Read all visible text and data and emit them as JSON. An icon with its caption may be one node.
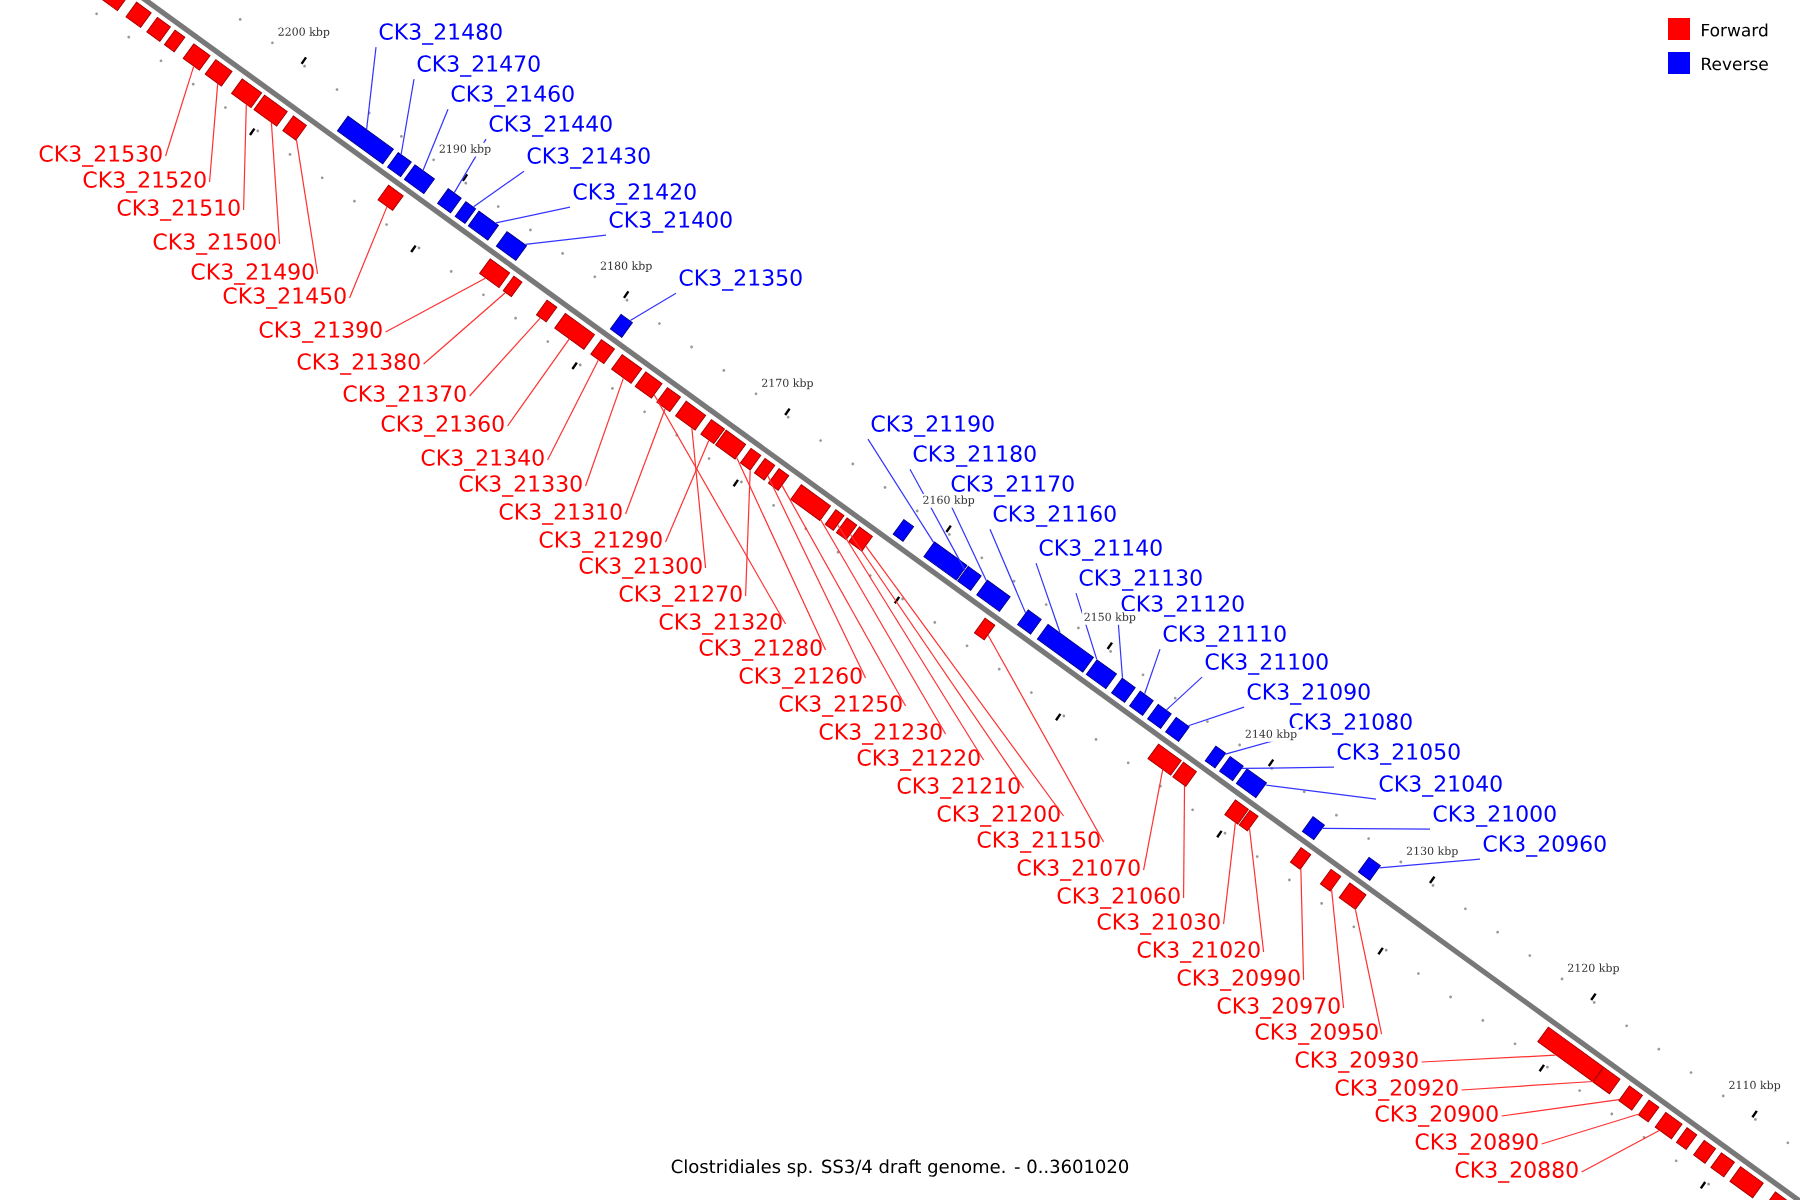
{
  "diagram": {
    "caption": "Clostridiales sp. SS3/4 draft genome. - 0..3601020",
    "nodes": [
      {
        "text": [
          "CK3_21480"
        ]
      },
      {
        "text": [
          "CK3_21470"
        ]
      },
      {
        "text": [
          "CK3_21460"
        ]
      },
      {
        "text": [
          "CK3_21440"
        ]
      },
      {
        "text": [
          "CK3_21430"
        ]
      },
      {
        "text": [
          "CK3_21420"
        ]
      },
      {
        "text": [
          "CK3_21400"
        ]
      },
      {
        "text": [
          "CK3_21350"
        ]
      },
      {
        "text": [
          "CK3_21190"
        ]
      },
      {
        "text": [
          "CK3_21180"
        ]
      },
      {
        "text": [
          "CK3_21170"
        ]
      },
      {
        "text": [
          "CK3_21160"
        ]
      },
      {
        "text": [
          "CK3_21140"
        ]
      },
      {
        "text": [
          "CK3_21130"
        ]
      },
      {
        "text": [
          "CK3_21120"
        ]
      },
      {
        "text": [
          "CK3_21110"
        ]
      },
      {
        "text": [
          "CK3_21100"
        ]
      },
      {
        "text": [
          "CK3_21090"
        ]
      },
      {
        "text": [
          "CK3_21080"
        ]
      },
      {
        "text": [
          "CK3_21050"
        ]
      },
      {
        "text": [
          "CK3_21040"
        ]
      },
      {
        "text": [
          "CK3_21000"
        ]
      },
      {
        "text": [
          "CK3_20960"
        ]
      },
      {
        "text": [
          "CK3_21530"
        ]
      },
      {
        "text": [
          "CK3_21520"
        ]
      },
      {
        "text": [
          "CK3_21510"
        ]
      },
      {
        "text": [
          "CK3_21500"
        ]
      },
      {
        "text": [
          "CK3_21490"
        ]
      },
      {
        "text": [
          "CK3_21450"
        ]
      },
      {
        "text": [
          "CK3_21390"
        ]
      },
      {
        "text": [
          "CK3_21380"
        ]
      },
      {
        "text": [
          "CK3_21370"
        ]
      },
      {
        "text": [
          "CK3_21360"
        ]
      },
      {
        "text": [
          "CK3_21340"
        ]
      },
      {
        "text": [
          "CK3_21330"
        ]
      },
      {
        "text": [
          "CK3_21310"
        ]
      },
      {
        "text": [
          "CK3_21290"
        ]
      },
      {
        "text": [
          "CK3_21300"
        ]
      },
      {
        "text": [
          "CK3_21270"
        ]
      },
      {
        "text": [
          "CK3_21320"
        ]
      },
      {
        "text": [
          "CK3_21280"
        ]
      },
      {
        "text": [
          "CK3_21260"
        ]
      },
      {
        "text": [
          "CK3_21250"
        ]
      },
      {
        "text": [
          "CK3_21230"
        ]
      },
      {
        "text": [
          "CK3_21220"
        ]
      },
      {
        "text": [
          "CK3_21210"
        ]
      },
      {
        "text": [
          "CK3_21200"
        ]
      },
      {
        "text": [
          "CK3_21150"
        ]
      },
      {
        "text": [
          "CK3_21070"
        ]
      },
      {
        "text": [
          "CK3_21060"
        ]
      },
      {
        "text": [
          "CK3_21030"
        ]
      },
      {
        "text": [
          "CK3_21020"
        ]
      },
      {
        "text": [
          "CK3_20990"
        ]
      },
      {
        "text": [
          "CK3_20970"
        ]
      },
      {
        "text": [
          "CK3_20950"
        ]
      },
      {
        "text": [
          "CK3_20930"
        ]
      },
      {
        "text": [
          "CK3_20920"
        ]
      },
      {
        "text": [
          "CK3_20900"
        ]
      },
      {
        "text": [
          "CK3_20890"
        ]
      },
      {
        "text": [
          "CK3_20880"
        ]
      },
      {
        "text": [],
        "shape": "box"
      },
      {
        "text": [],
        "shape": "box"
      },
      {
        "text": [],
        "shape": "box"
      },
      {
        "text": [],
        "shape": "box"
      },
      {
        "text": [],
        "shape": "box"
      },
      {
        "text": [],
        "shape": "box"
      },
      {
        "text": [],
        "shape": "box"
      },
      {
        "text": [],
        "shape": "box"
      },
      {
        "text": [],
        "shape": "box"
      },
      {
        "text": [],
        "shape": "box"
      },
      {
        "text": [],
        "shape": "box"
      },
      {
        "text": [],
        "shape": "box"
      },
      {
        "text": [],
        "shape": "box"
      },
      {
        "text": [],
        "shape": "box"
      },
      {
        "text": [],
        "shape": "box"
      },
      {
        "text": [],
        "shape": "box"
      },
      {
        "text": [],
        "shape": "box"
      },
      {
        "text": [],
        "shape": "box"
      },
      {
        "text": [],
        "shape": "box"
      },
      {
        "text": [],
        "shape": "box"
      },
      {
        "text": [],
        "shape": "box"
      },
      {
        "text": [],
        "shape": "box"
      },
      {
        "text": [],
        "shape": "box"
      },
      {
        "text": [],
        "shape": "box"
      },
      {
        "text": [],
        "shape": "box"
      },
      {
        "text": [],
        "shape": "box"
      },
      {
        "text": [],
        "shape": "box"
      },
      {
        "text": [],
        "shape": "box"
      },
      {
        "text": [],
        "shape": "box"
      },
      {
        "text": [],
        "shape": "box"
      },
      {
        "text": [],
        "shape": "box"
      },
      {
        "text": [],
        "shape": "box"
      },
      {
        "text": [],
        "shape": "box"
      },
      {
        "text": [],
        "shape": "box"
      },
      {
        "text": [],
        "shape": "box"
      },
      {
        "text": [],
        "shape": "box"
      },
      {
        "text": [],
        "shape": "box"
      },
      {
        "text": [],
        "shape": "box"
      },
      {
        "text": [],
        "shape": "box"
      },
      {
        "text": [],
        "shape": "box"
      },
      {
        "text": [],
        "shape": "box"
      },
      {
        "text": [],
        "shape": "box"
      },
      {
        "text": [],
        "shape": "box"
      },
      {
        "text": [],
        "shape": "box"
      },
      {
        "text": [],
        "shape": "box"
      },
      {
        "text": [],
        "shape": "box"
      },
      {
        "text": [],
        "shape": "box"
      },
      {
        "text": [],
        "shape": "box"
      },
      {
        "text": [],
        "shape": "box"
      },
      {
        "text": [],
        "shape": "box"
      },
      {
        "text": [],
        "shape": "box"
      },
      {
        "text": [],
        "shape": "box"
      },
      {
        "text": [],
        "shape": "box"
      },
      {
        "text": [],
        "shape": "box"
      },
      {
        "text": [],
        "shape": "box"
      },
      {
        "text": [],
        "shape": "box"
      },
      {
        "text": [],
        "shape": "box"
      },
      {
        "text": [],
        "shape": "box"
      },
      {
        "text": [],
        "shape": "box"
      },
      {
        "text": [],
        "shape": "box"
      },
      {
        "text": [],
        "shape": "box"
      },
      {
        "text": [],
        "shape": "box"
      },
      {
        "text": [],
        "shape": "box"
      },
      {
        "text": [],
        "shape": "box"
      },
      {
        "text": [],
        "shape": "box"
      },
      {
        "text": [],
        "shape": "box"
      },
      {
        "text": [],
        "shape": "box"
      },
      {
        "text": [],
        "shape": "box"
      },
      {
        "text": [],
        "shape": "box"
      },
      {
        "text": [],
        "shape": "box"
      }
    ],
    "edges": [
      {
        "from": 0,
        "to": 69,
        "arrow": "none",
        "color": "#3333ff"
      },
      {
        "from": 1,
        "to": 71,
        "arrow": "none",
        "color": "#3333ff"
      },
      {
        "from": 2,
        "to": 72,
        "arrow": "none",
        "color": "#3333ff"
      },
      {
        "from": 3,
        "to": 73,
        "arrow": "none",
        "color": "#3333ff"
      },
      {
        "from": 4,
        "to": 74,
        "arrow": "none",
        "color": "#3333ff"
      },
      {
        "from": 5,
        "to": 75,
        "arrow": "none",
        "color": "#3333ff"
      },
      {
        "from": 6,
        "to": 77,
        "arrow": "none",
        "color": "#3333ff"
      },
      {
        "from": 7,
        "to": 82,
        "arrow": "none",
        "color": "#3333ff"
      },
      {
        "from": 8,
        "to": 97,
        "arrow": "none",
        "color": "#3333ff"
      },
      {
        "from": 9,
        "to": 98,
        "arrow": "none",
        "color": "#3333ff"
      },
      {
        "from": 10,
        "to": 100,
        "arrow": "none",
        "color": "#3333ff"
      },
      {
        "from": 11,
        "to": 101,
        "arrow": "none",
        "color": "#3333ff"
      },
      {
        "from": 12,
        "to": 102,
        "arrow": "none",
        "color": "#3333ff"
      },
      {
        "from": 13,
        "to": 103,
        "arrow": "none",
        "color": "#3333ff"
      },
      {
        "from": 14,
        "to": 104,
        "arrow": "none",
        "color": "#3333ff"
      },
      {
        "from": 15,
        "to": 105,
        "arrow": "none",
        "color": "#3333ff"
      },
      {
        "from": 16,
        "to": 106,
        "arrow": "none",
        "color": "#3333ff"
      },
      {
        "from": 17,
        "to": 108,
        "arrow": "none",
        "color": "#3333ff"
      },
      {
        "from": 18,
        "to": 110,
        "arrow": "none",
        "color": "#3333ff"
      },
      {
        "from": 19,
        "to": 111,
        "arrow": "none",
        "color": "#3333ff"
      },
      {
        "from": 20,
        "to": 114,
        "arrow": "none",
        "color": "#3333ff"
      },
      {
        "from": 21,
        "to": 116,
        "arrow": "none",
        "color": "#3333ff"
      },
      {
        "from": 22,
        "to": 119,
        "arrow": "none",
        "color": "#3333ff"
      },
      {
        "from": 23,
        "to": 64,
        "arrow": "none"
      },
      {
        "from": 24,
        "to": 65,
        "arrow": "none"
      },
      {
        "from": 25,
        "to": 66,
        "arrow": "none"
      },
      {
        "from": 26,
        "to": 67,
        "arrow": "none"
      },
      {
        "from": 27,
        "to": 68,
        "arrow": "none"
      },
      {
        "from": 28,
        "to": 70,
        "arrow": "none"
      },
      {
        "from": 29,
        "to": 76,
        "arrow": "none"
      },
      {
        "from": 30,
        "to": 78,
        "arrow": "none"
      },
      {
        "from": 31,
        "to": 79,
        "arrow": "none"
      },
      {
        "from": 32,
        "to": 80,
        "arrow": "none"
      },
      {
        "from": 33,
        "to": 81,
        "arrow": "none"
      },
      {
        "from": 34,
        "to": 83,
        "arrow": "none"
      },
      {
        "from": 35,
        "to": 85,
        "arrow": "none"
      },
      {
        "from": 36,
        "to": 87,
        "arrow": "none"
      },
      {
        "from": 37,
        "to": 86,
        "arrow": "none"
      },
      {
        "from": 38,
        "to": 89,
        "arrow": "none"
      },
      {
        "from": 39,
        "to": 84,
        "arrow": "none"
      },
      {
        "from": 40,
        "to": 88,
        "arrow": "none"
      },
      {
        "from": 41,
        "to": 90,
        "arrow": "none"
      },
      {
        "from": 42,
        "to": 91,
        "arrow": "none"
      },
      {
        "from": 43,
        "to": 92,
        "arrow": "none"
      },
      {
        "from": 44,
        "to": 93,
        "arrow": "none"
      },
      {
        "from": 45,
        "to": 94,
        "arrow": "none"
      },
      {
        "from": 46,
        "to": 95,
        "arrow": "none"
      },
      {
        "from": 47,
        "to": 99,
        "arrow": "none"
      },
      {
        "from": 48,
        "to": 107,
        "arrow": "none"
      },
      {
        "from": 49,
        "to": 109,
        "arrow": "none"
      },
      {
        "from": 50,
        "to": 112,
        "arrow": "none"
      },
      {
        "from": 51,
        "to": 113,
        "arrow": "none"
      },
      {
        "from": 52,
        "to": 115,
        "arrow": "none"
      },
      {
        "from": 53,
        "to": 117,
        "arrow": "none"
      },
      {
        "from": 54,
        "to": 118,
        "arrow": "none"
      },
      {
        "from": 55,
        "to": 120,
        "arrow": "none"
      },
      {
        "from": 56,
        "to": 121,
        "arrow": "none"
      },
      {
        "from": 57,
        "to": 122,
        "arrow": "none"
      },
      {
        "from": 58,
        "to": 123,
        "arrow": "none"
      },
      {
        "from": 59,
        "to": 124,
        "arrow": "none"
      }
    ],
    "labels": [
      "2200 kbp",
      "2190 kbp",
      "2180 kbp",
      "2170 kbp",
      "2160 kbp",
      "2150 kbp",
      "2140 kbp",
      "2130 kbp",
      "2120 kbp",
      "2110 kbp"
    ],
    "legend": [
      {
        "text": "Forward",
        "color": "#ff0000"
      },
      {
        "text": "Reverse",
        "color": "#0000ff"
      }
    ]
  }
}
